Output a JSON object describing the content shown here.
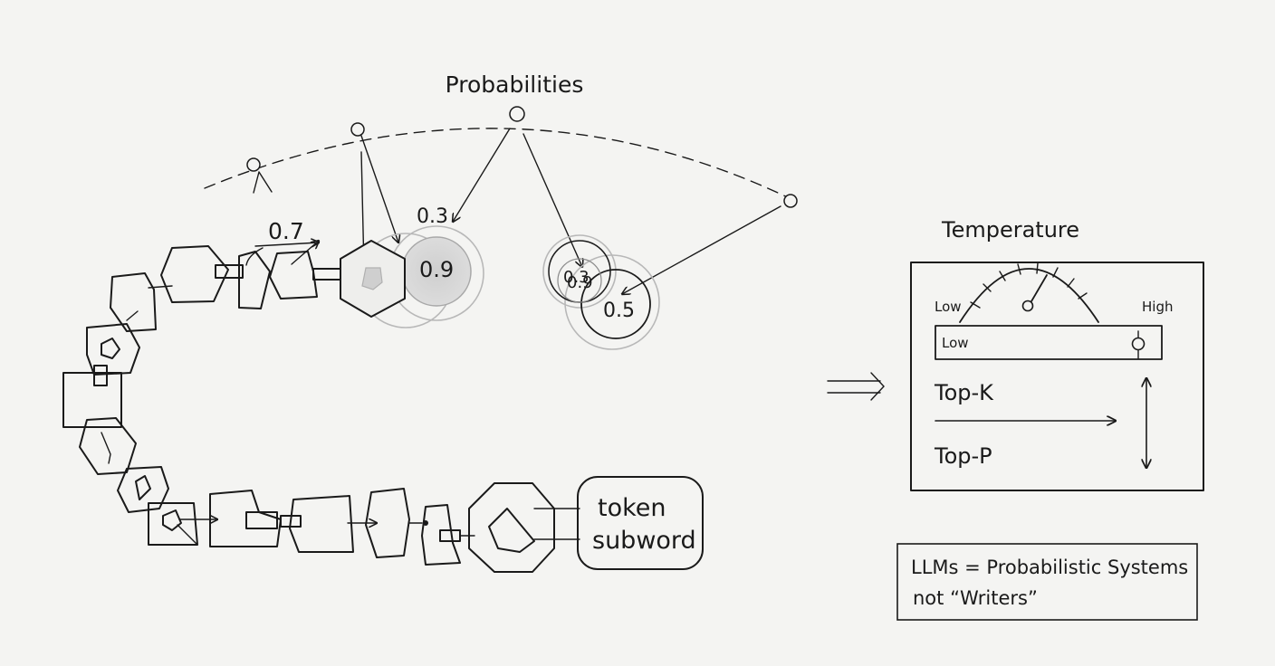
{
  "title": "Probabilities",
  "probabilities": {
    "p1": "0.7",
    "p2": "0.3",
    "p3": "0.9",
    "p4": "0.3",
    "p5": "0.9",
    "p6": "0.5"
  },
  "token_box": {
    "line1": "token",
    "line2": "subword"
  },
  "temperature_panel": {
    "title": "Temperature",
    "gauge_low": "Low",
    "gauge_high": "High",
    "slider_label": "Low",
    "top_k": "Top-K",
    "top_p": "Top-P"
  },
  "summary": {
    "line1": "LLMs = Probabilistic Systems",
    "line2": "not “Writers”"
  },
  "colors": {
    "ink": "#1a1a1a",
    "paper": "#f4f4f2",
    "highlight": "#d6d6d6"
  }
}
